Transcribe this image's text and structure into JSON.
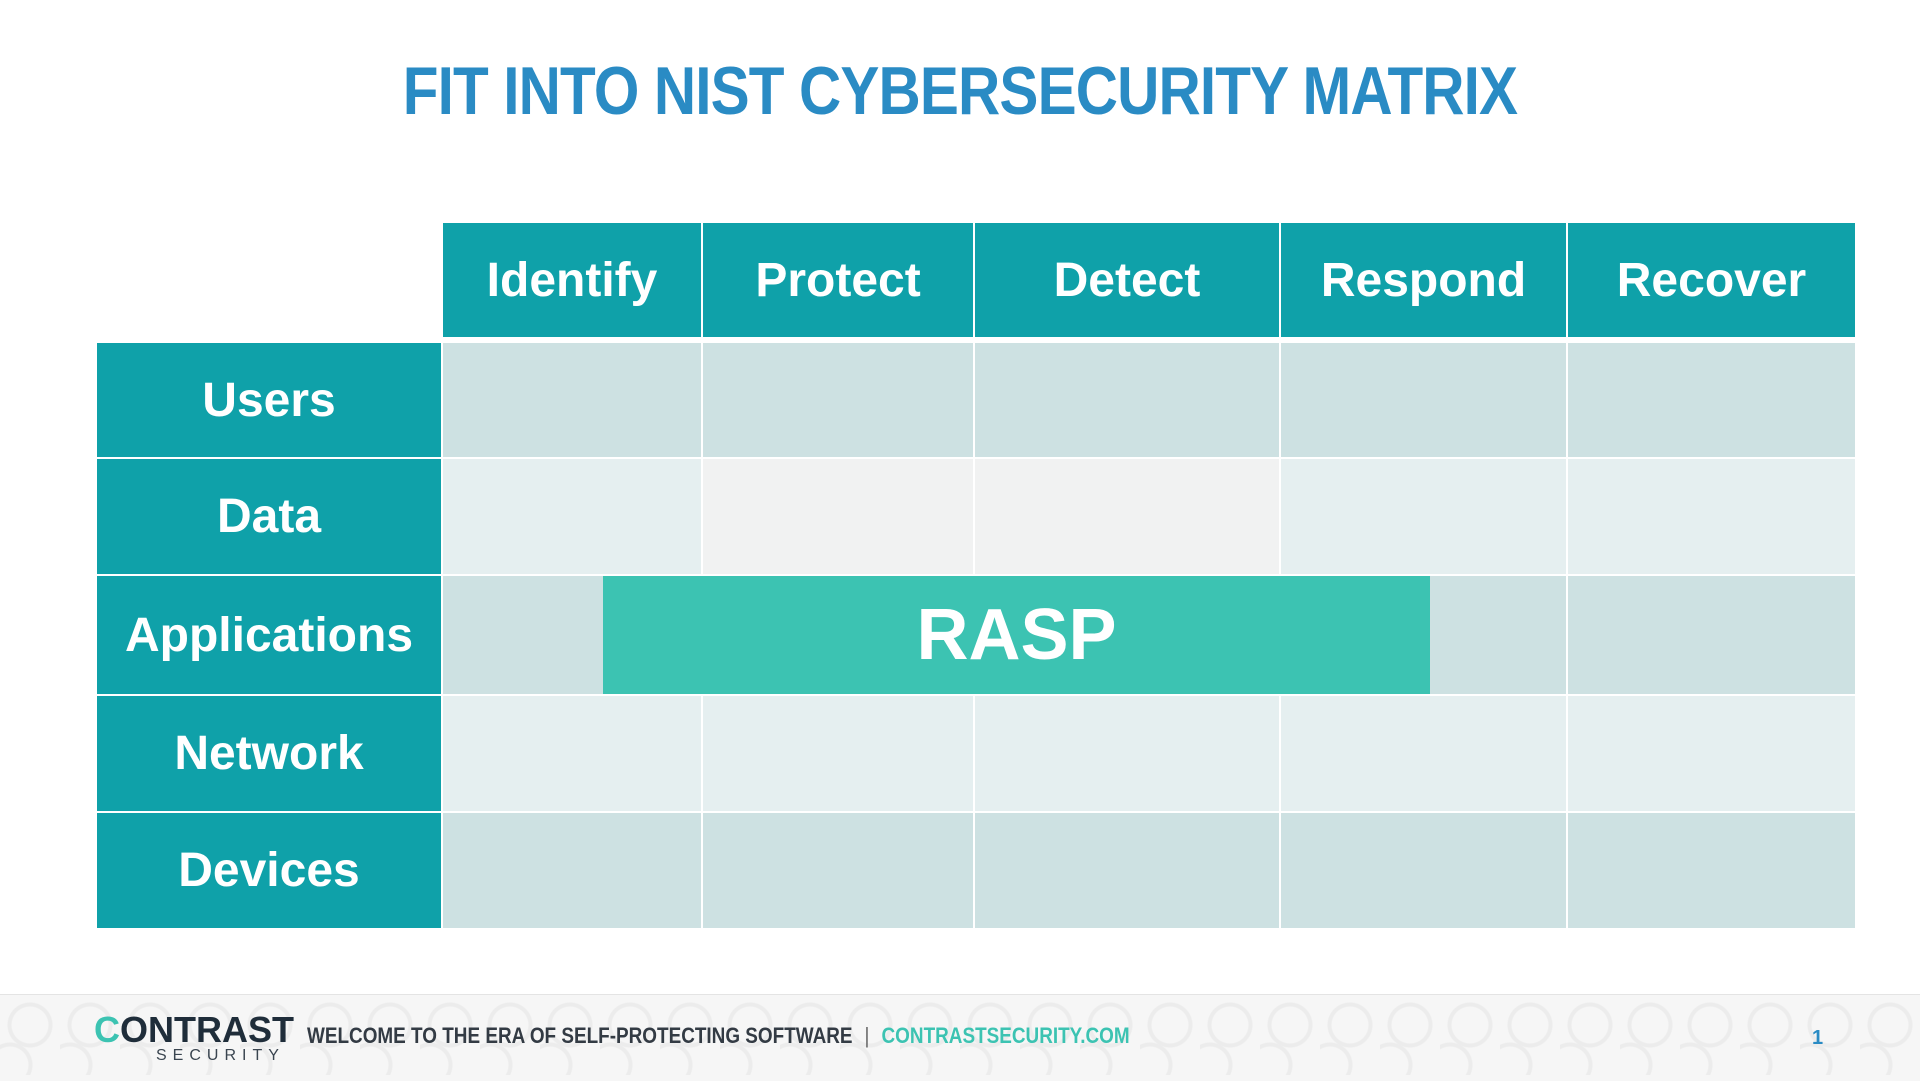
{
  "title": "FIT INTO NIST CYBERSECURITY MATRIX",
  "matrix": {
    "columns": [
      "Identify",
      "Protect",
      "Detect",
      "Respond",
      "Recover"
    ],
    "rows": [
      "Users",
      "Data",
      "Applications",
      "Network",
      "Devices"
    ],
    "highlight": {
      "label": "RASP",
      "row": "Applications",
      "color": "#3cc3b2"
    }
  },
  "colors": {
    "title": "#2a8bc4",
    "header": "#0fa1a9",
    "cell_dark": "#cde1e2",
    "cell_light": "#e5eff0",
    "cell_grey": "#f1f2f2"
  },
  "footer": {
    "logo_prefix": "C",
    "logo_main": "ONTRAST",
    "logo_sub": "SECURITY",
    "tagline": "WELCOME TO THE ERA OF SELF-PROTECTING SOFTWARE",
    "separator": "|",
    "website": "CONTRASTSECURITY.COM",
    "page_number": "1"
  }
}
